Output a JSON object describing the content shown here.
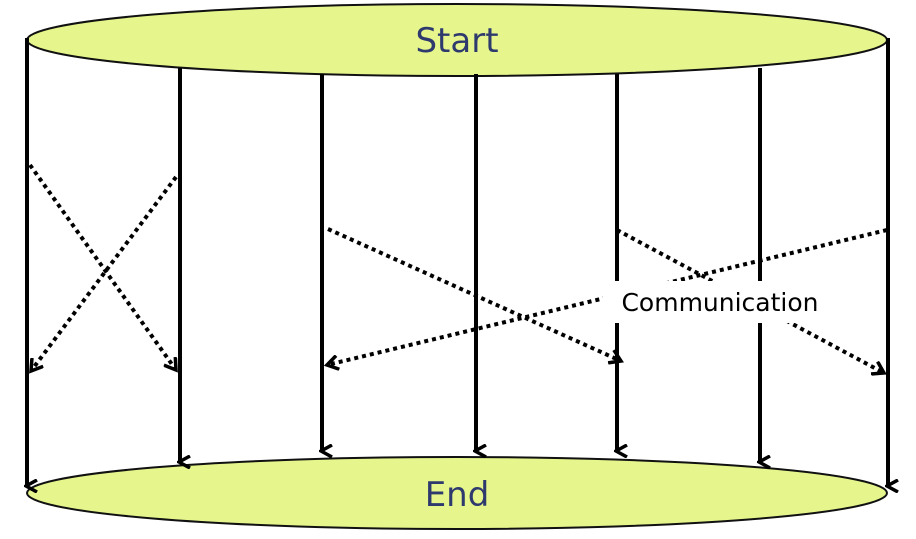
{
  "diagram": {
    "start_label": "Start",
    "end_label": "End",
    "communication_label": "Communication",
    "colors": {
      "ellipse_fill": "#e6f58c",
      "ellipse_stroke": "#111111",
      "arrow": "#000000",
      "text": "#2e3a6e"
    }
  }
}
